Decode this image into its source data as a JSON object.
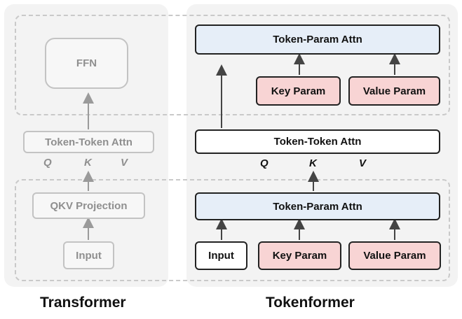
{
  "transformer": {
    "caption": "Transformer",
    "ffn_label": "FFN",
    "attn_label": "Token-Token Attn",
    "q_label": "Q",
    "k_label": "K",
    "v_label": "V",
    "projection_label": "QKV Projection",
    "input_label": "Input"
  },
  "tokenformer": {
    "caption": "Tokenformer",
    "top_attn_label": "Token-Param Attn",
    "top_key_label": "Key Param",
    "top_value_label": "Value Param",
    "middle_attn_label": "Token-Token Attn",
    "q_label": "Q",
    "k_label": "K",
    "v_label": "V",
    "bottom_attn_label": "Token-Param Attn",
    "input_label": "Input",
    "bottom_key_label": "Key Param",
    "bottom_value_label": "Value Param"
  },
  "colors": {
    "transformer_gray": "#8f8f8f",
    "param_pink": "#f8d4d4",
    "attn_blue": "#e6eef8"
  }
}
